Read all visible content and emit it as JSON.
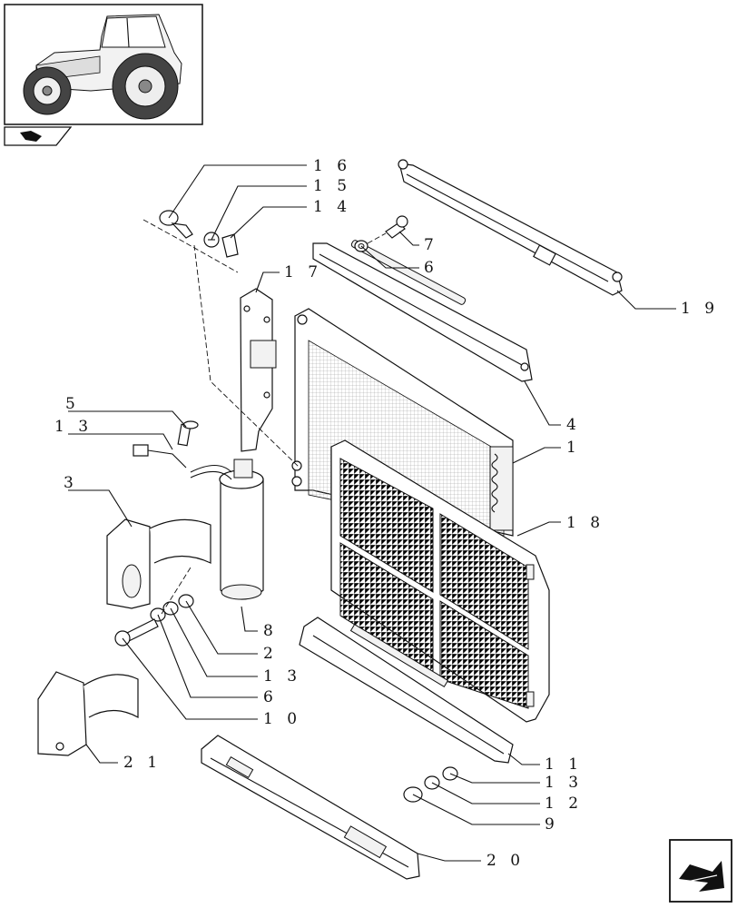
{
  "thumbnail": {
    "icon": "tractor-icon"
  },
  "nav": {
    "corner_icon": "book-arrow-icon",
    "next_icon": "next-page-arrow-icon"
  },
  "callouts": [
    {
      "id": "16",
      "text": "1 6"
    },
    {
      "id": "15",
      "text": "1 5"
    },
    {
      "id": "14",
      "text": "1 4"
    },
    {
      "id": "17",
      "text": "1 7"
    },
    {
      "id": "7",
      "text": "7"
    },
    {
      "id": "6a",
      "text": "6"
    },
    {
      "id": "19",
      "text": "1 9"
    },
    {
      "id": "4",
      "text": "4"
    },
    {
      "id": "1",
      "text": "1"
    },
    {
      "id": "18",
      "text": "1 8"
    },
    {
      "id": "5",
      "text": "5"
    },
    {
      "id": "13a",
      "text": "1 3"
    },
    {
      "id": "3",
      "text": "3"
    },
    {
      "id": "8",
      "text": "8"
    },
    {
      "id": "2",
      "text": "2"
    },
    {
      "id": "13b",
      "text": "1 3"
    },
    {
      "id": "6b",
      "text": "6"
    },
    {
      "id": "10",
      "text": "1 0"
    },
    {
      "id": "21",
      "text": "2 1"
    },
    {
      "id": "11",
      "text": "1 1"
    },
    {
      "id": "13c",
      "text": "1 3"
    },
    {
      "id": "12",
      "text": "1 2"
    },
    {
      "id": "9",
      "text": "9"
    },
    {
      "id": "20",
      "text": "2 0"
    }
  ]
}
